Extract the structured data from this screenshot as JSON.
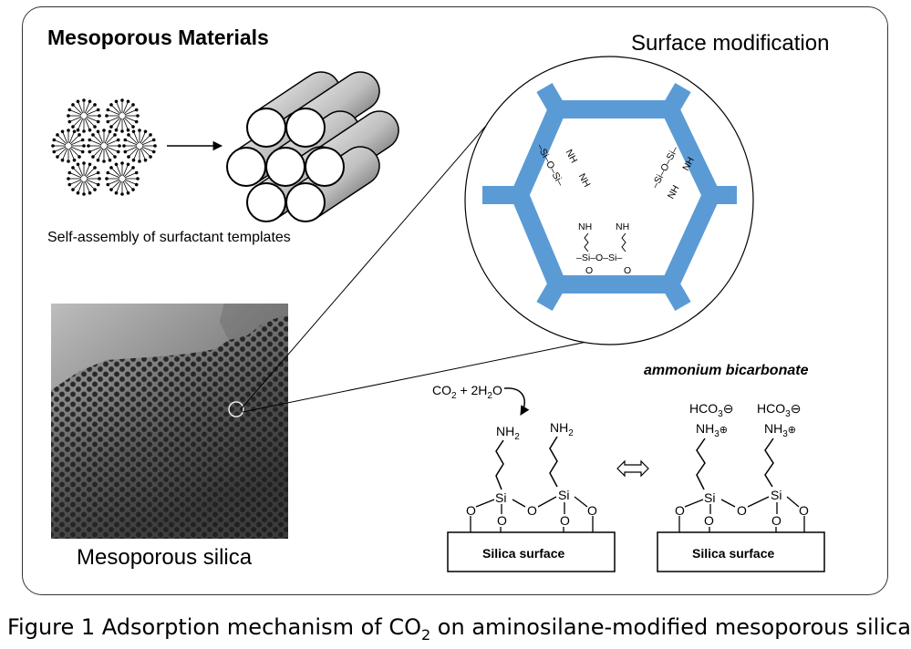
{
  "title": "Mesoporous Materials",
  "surface_title": "Surface modification",
  "self_assembly_label": "Self-assembly of surfactant templates",
  "image_label": "Mesoporous silica",
  "ammonium_label": "ammonium bicarbonate",
  "caption": {
    "prefix": "Figure 1  Adsorption mechanism of CO",
    "sub": "2",
    "suffix": " on aminosilane-modified mesoporous silica."
  },
  "reaction": {
    "reagent": "CO",
    "reagent_sub": "2",
    "reagent_rest": " + 2H",
    "water_sub": "2",
    "water_rest": "O"
  },
  "groups": {
    "nh2": "NH",
    "nh2_sub": "2",
    "nh3": "NH",
    "nh3_sub": "3",
    "hco3": "HCO",
    "hco3_sub": "3",
    "si": "Si",
    "o": "O",
    "surface": "Silica surface"
  },
  "colors": {
    "hexagon": "#5b9bd5",
    "frame": "#333333"
  }
}
